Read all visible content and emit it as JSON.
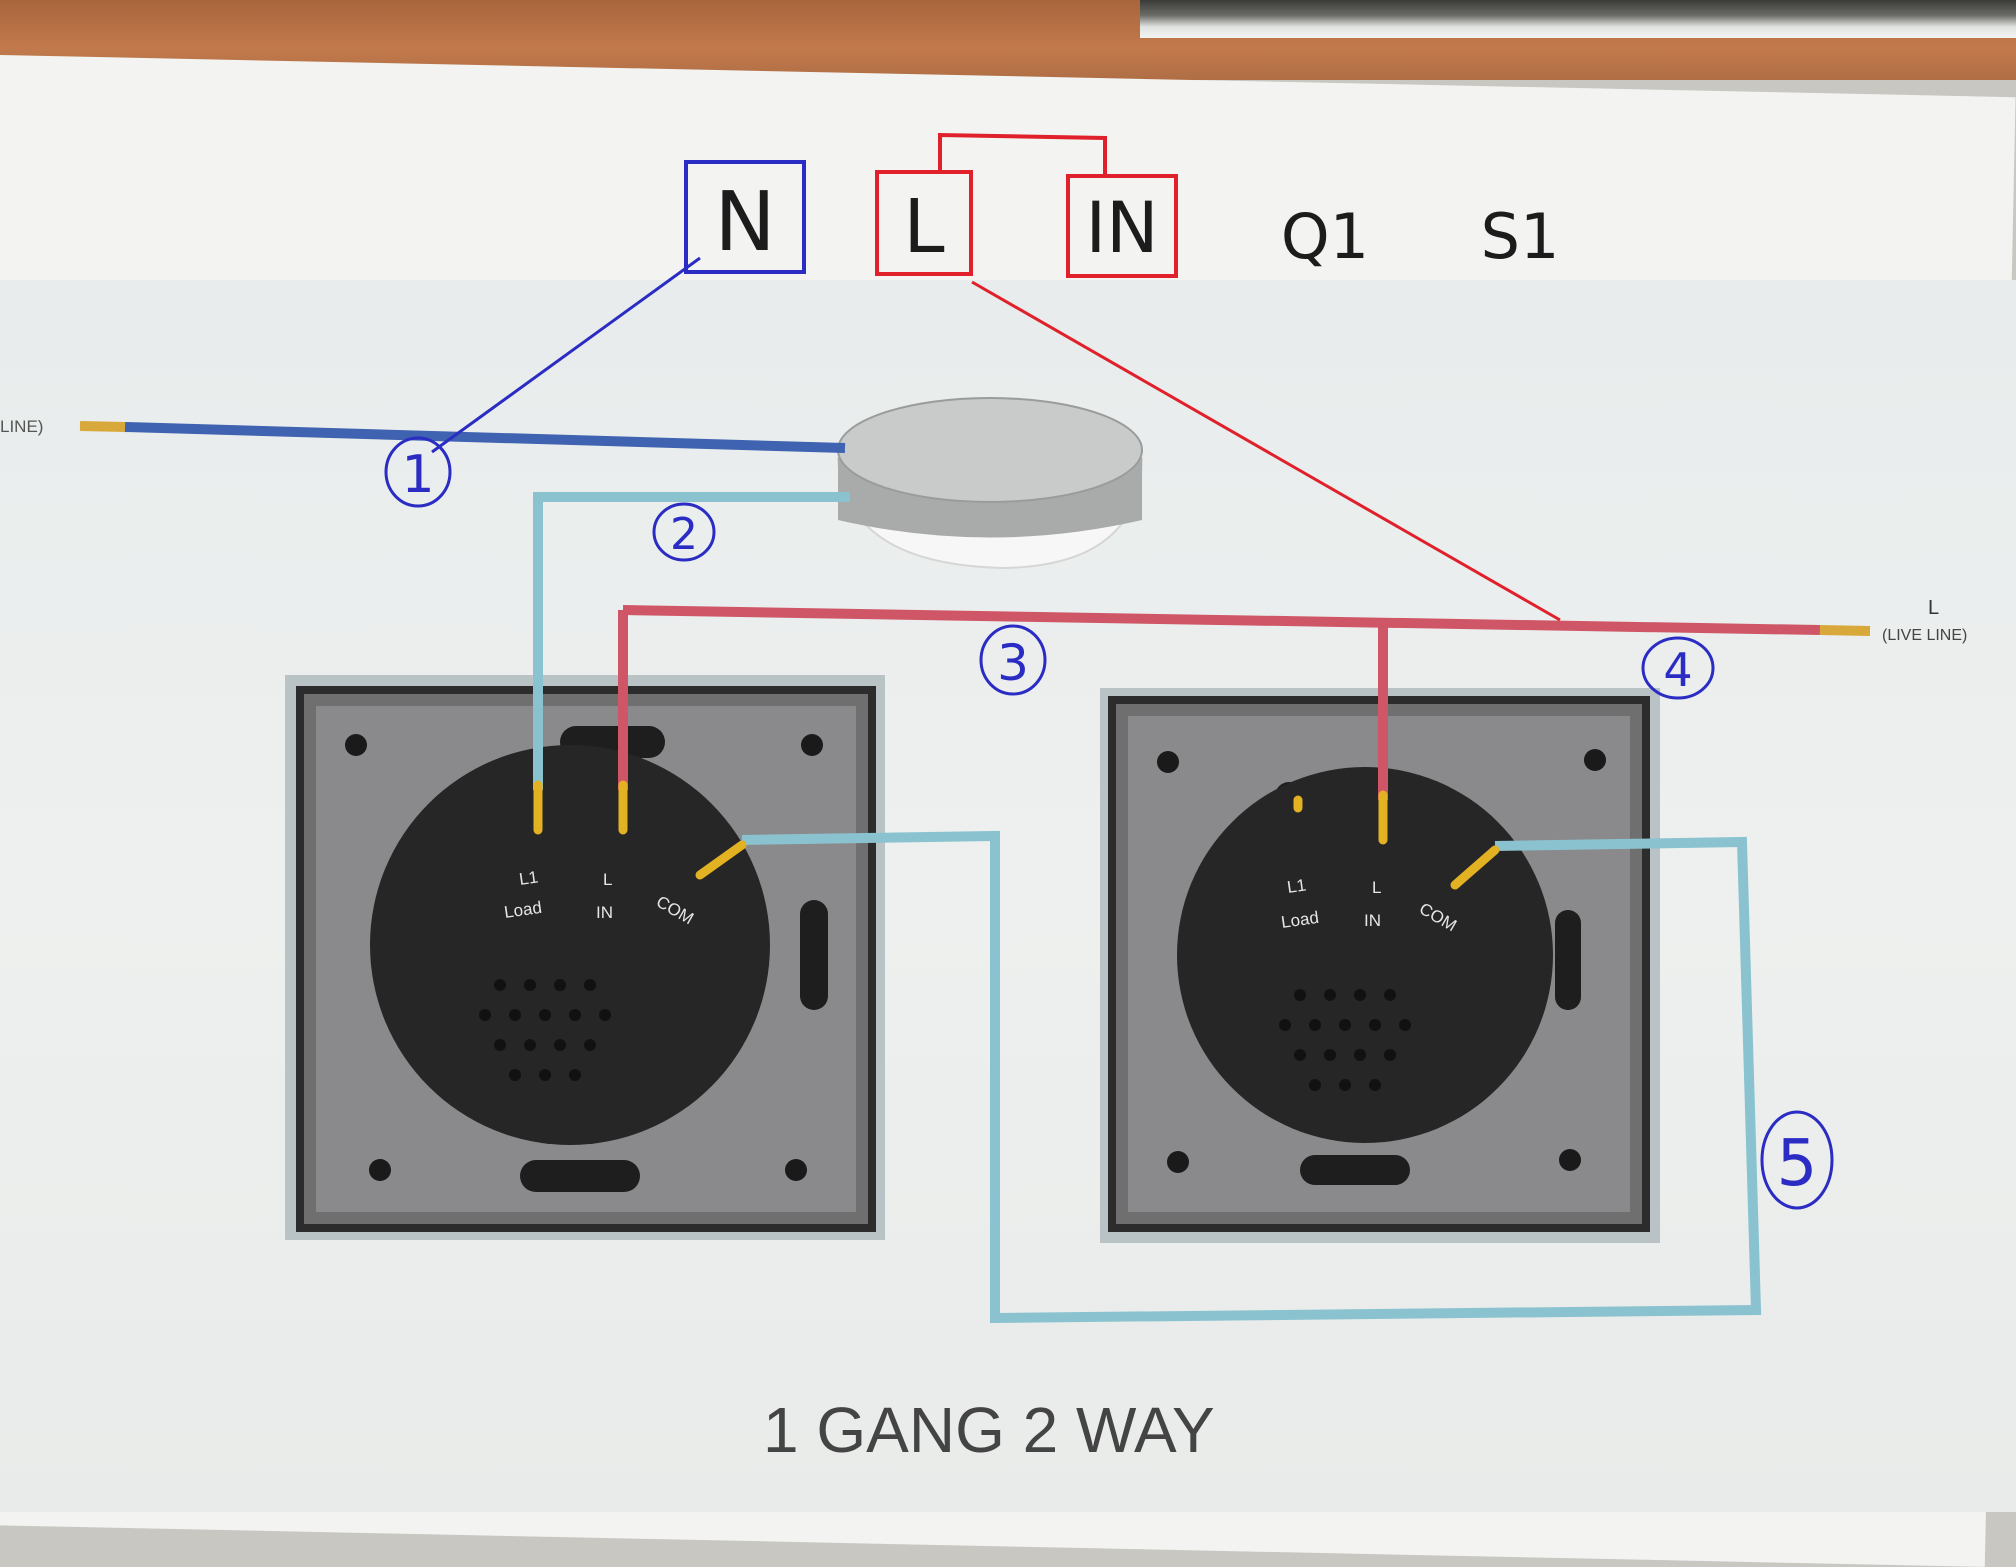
{
  "header": {
    "N": "N",
    "L": "L",
    "IN": "IN",
    "Q1": "Q1",
    "S1": "S1"
  },
  "labels": {
    "left_line": "LINE)",
    "right_L": "L",
    "right_live": "(LIVE LINE)"
  },
  "switches": [
    {
      "t1": "L1",
      "t1b": "Load",
      "t2": "L",
      "t2b": "IN",
      "t3": "COM"
    },
    {
      "t1": "L1",
      "t1b": "Load",
      "t2": "L",
      "t2b": "IN",
      "t3": "COM"
    }
  ],
  "markers": [
    "1",
    "2",
    "3",
    "4",
    "5"
  ],
  "title": "1 GANG 2 WAY",
  "colors": {
    "neutral_wire": "#3f63b0",
    "load_wire": "#8ac3cf",
    "live_wire": "#cf5666",
    "pen_blue": "#2a2cc4",
    "pen_red": "#e0202a"
  }
}
